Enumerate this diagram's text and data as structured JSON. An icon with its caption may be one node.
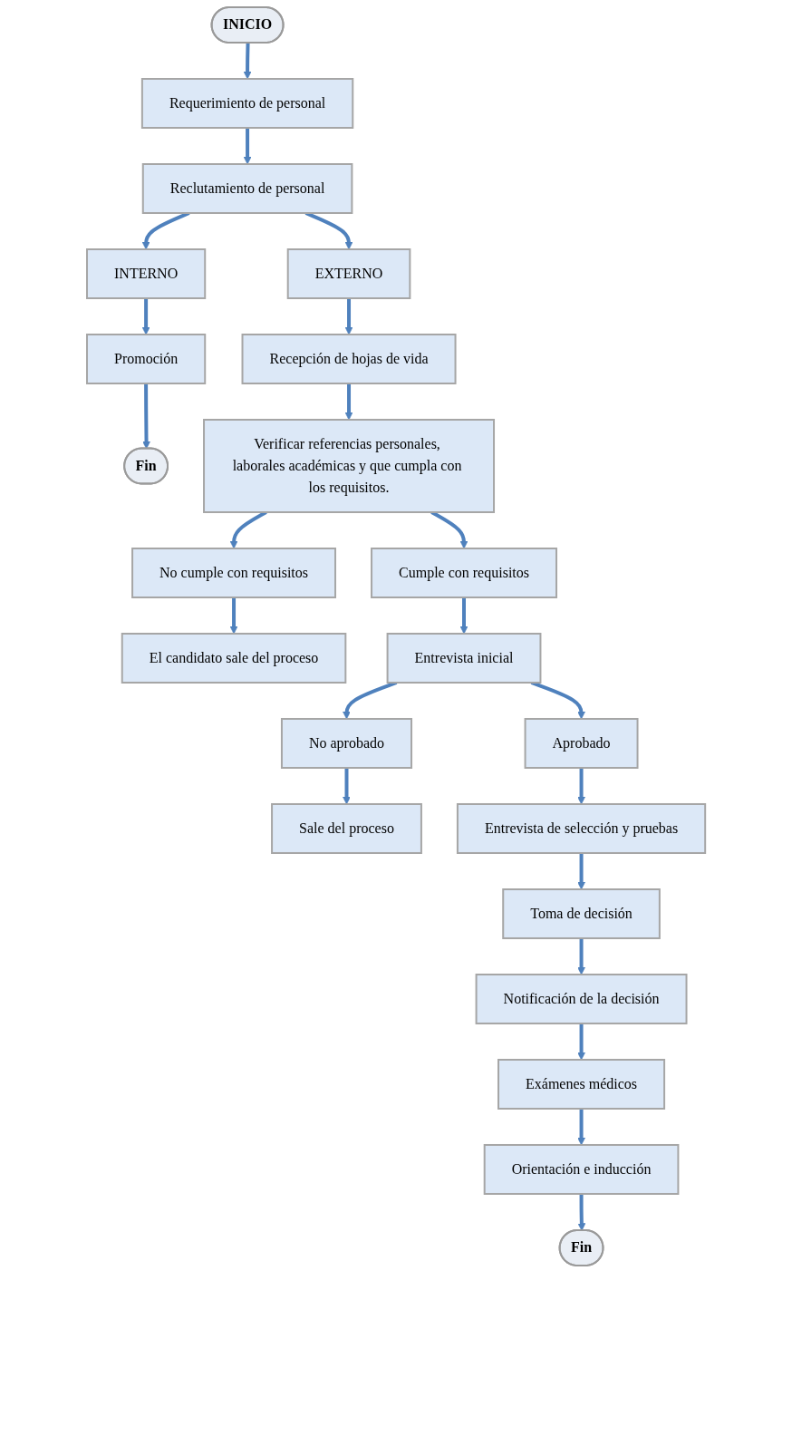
{
  "diagram": {
    "nodes": [
      {
        "text": [
          "INICIO"
        ]
      },
      {
        "text": [
          "Requerimiento de personal"
        ]
      },
      {
        "text": [
          "Reclutamiento de personal"
        ]
      },
      {
        "text": [
          "INTERNO"
        ]
      },
      {
        "text": [
          "EXTERNO"
        ]
      },
      {
        "text": [
          "Promoción"
        ]
      },
      {
        "text": [
          "Recepción de hojas de vida"
        ]
      },
      {
        "text": [
          "Fin"
        ]
      },
      {
        "text": [
          "Verificar referencias personales, laborales académicas y que cumpla con los requisitos."
        ]
      },
      {
        "text": [
          "No cumple con requisitos"
        ]
      },
      {
        "text": [
          "Cumple con requisitos"
        ]
      },
      {
        "text": [
          "El candidato sale del proceso"
        ]
      },
      {
        "text": [
          "Entrevista inicial"
        ]
      },
      {
        "text": [
          "No aprobado"
        ]
      },
      {
        "text": [
          "Aprobado"
        ]
      },
      {
        "text": [
          "Sale del proceso"
        ]
      },
      {
        "text": [
          "Entrevista de selección y pruebas"
        ]
      },
      {
        "text": [
          "Toma de decisión"
        ]
      },
      {
        "text": [
          "Notificación de la decisión"
        ]
      },
      {
        "text": [
          "Orientación e inducción"
        ]
      },
      {
        "text": [
          "Exámenes médicos"
        ]
      },
      {
        "text": [
          "Fin"
        ]
      }
    ],
    "edges": [
      {
        "from": 0,
        "to": 1,
        "arrow": "to"
      },
      {
        "from": 1,
        "to": 2,
        "arrow": "to"
      },
      {
        "from": 2,
        "to": 3,
        "arrow": "to"
      },
      {
        "from": 2,
        "to": 4,
        "arrow": "to"
      },
      {
        "from": 3,
        "to": 5,
        "arrow": "to"
      },
      {
        "from": 5,
        "to": 7,
        "arrow": "to"
      },
      {
        "from": 4,
        "to": 6,
        "arrow": "to"
      },
      {
        "from": 6,
        "to": 8,
        "arrow": "to"
      },
      {
        "from": 8,
        "to": 9,
        "arrow": "to"
      },
      {
        "from": 8,
        "to": 10,
        "arrow": "to"
      },
      {
        "from": 9,
        "to": 11,
        "arrow": "to"
      },
      {
        "from": 10,
        "to": 12,
        "arrow": "to"
      },
      {
        "from": 12,
        "to": 13,
        "arrow": "to"
      },
      {
        "from": 12,
        "to": 14,
        "arrow": "to"
      },
      {
        "from": 13,
        "to": 15,
        "arrow": "to"
      },
      {
        "from": 14,
        "to": 16,
        "arrow": "to"
      },
      {
        "from": 16,
        "to": 17,
        "arrow": "to"
      },
      {
        "from": 17,
        "to": 18,
        "arrow": "to"
      },
      {
        "from": 18,
        "to": 20,
        "arrow": "to"
      },
      {
        "from": 20,
        "to": 19,
        "arrow": "to"
      },
      {
        "from": 19,
        "to": 21,
        "arrow": "to"
      }
    ]
  }
}
